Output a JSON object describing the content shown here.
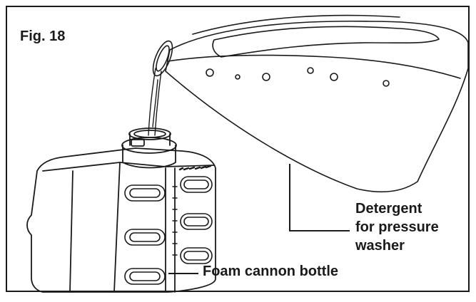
{
  "figure": {
    "title": "Fig. 18",
    "labels": {
      "detergent": [
        "Detergent",
        "for pressure",
        "washer"
      ],
      "foam_bottle": "Foam cannon bottle"
    },
    "colors": {
      "ink": "#1a1a1a",
      "background": "#ffffff"
    }
  }
}
